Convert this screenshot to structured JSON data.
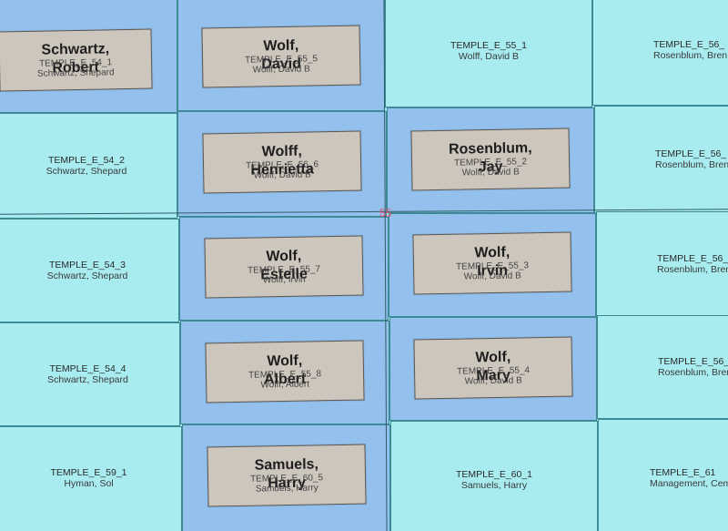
{
  "row_label": "55",
  "lots": [
    {
      "id": "TEMPLE_E_54_1",
      "occupant": "Schwartz, Shepard",
      "status": "occupied",
      "marker": {
        "name_line1": "Schwartz,",
        "name_line2": "Robert"
      }
    },
    {
      "id": "TEMPLE_E_55_5",
      "occupant": "Wolff, David B",
      "status": "occupied",
      "marker": {
        "name_line1": "Wolf,",
        "name_line2": "David"
      }
    },
    {
      "id": "TEMPLE_E_55_1",
      "occupant": "Wolff, David B",
      "status": "vacant"
    },
    {
      "id": "TEMPLE_E_56_",
      "occupant": "Rosenblum, Bren",
      "status": "vacant"
    },
    {
      "id": "TEMPLE_E_54_2",
      "occupant": "Schwartz, Shepard",
      "status": "vacant"
    },
    {
      "id": "TEMPLE_E_56_6",
      "occupant": "Wolff, David B",
      "status": "occupied",
      "marker": {
        "name_line1": "Wolff,",
        "name_line2": "Henrietta"
      }
    },
    {
      "id": "TEMPLE_E_55_2",
      "occupant": "Wolff, David B",
      "status": "occupied",
      "marker": {
        "name_line1": "Rosenblum,",
        "name_line2": "Jay"
      }
    },
    {
      "id": "TEMPLE_E_56_",
      "occupant": "Rosenblum, Bren",
      "status": "vacant"
    },
    {
      "id": "TEMPLE_E_54_3",
      "occupant": "Schwartz, Shepard",
      "status": "vacant"
    },
    {
      "id": "TEMPLE_E_55_7",
      "occupant": "Wolff, Irvin",
      "status": "occupied",
      "marker": {
        "name_line1": "Wolf,",
        "name_line2": "Estelle"
      }
    },
    {
      "id": "TEMPLE_E_55_3",
      "occupant": "Wolff, David B",
      "status": "occupied",
      "marker": {
        "name_line1": "Wolf,",
        "name_line2": "Irvin"
      }
    },
    {
      "id": "TEMPLE_E_56_",
      "occupant": "Rosenblum, Bren",
      "status": "vacant"
    },
    {
      "id": "TEMPLE_E_54_4",
      "occupant": "Schwartz, Shepard",
      "status": "vacant"
    },
    {
      "id": "TEMPLE_E_55_8",
      "occupant": "Wolff, Albert",
      "status": "occupied",
      "marker": {
        "name_line1": "Wolf,",
        "name_line2": "Albert"
      }
    },
    {
      "id": "TEMPLE_E_55_4",
      "occupant": "Wolff, David B",
      "status": "occupied",
      "marker": {
        "name_line1": "Wolf,",
        "name_line2": "Mary"
      }
    },
    {
      "id": "TEMPLE_E_56_",
      "occupant": "Rosenblum, Bren",
      "status": "vacant"
    },
    {
      "id": "TEMPLE_E_59_1",
      "occupant": "Hyman, Sol",
      "status": "vacant"
    },
    {
      "id": "TEMPLE_E_60_5",
      "occupant": "Samuels, Harry",
      "status": "occupied",
      "marker": {
        "name_line1": "Samuels,",
        "name_line2": "Harry"
      }
    },
    {
      "id": "TEMPLE_E_60_1",
      "occupant": "Samuels, Harry",
      "status": "vacant"
    },
    {
      "id": "TEMPLE_E_61",
      "occupant": "Management, Cem",
      "status": "vacant"
    }
  ]
}
